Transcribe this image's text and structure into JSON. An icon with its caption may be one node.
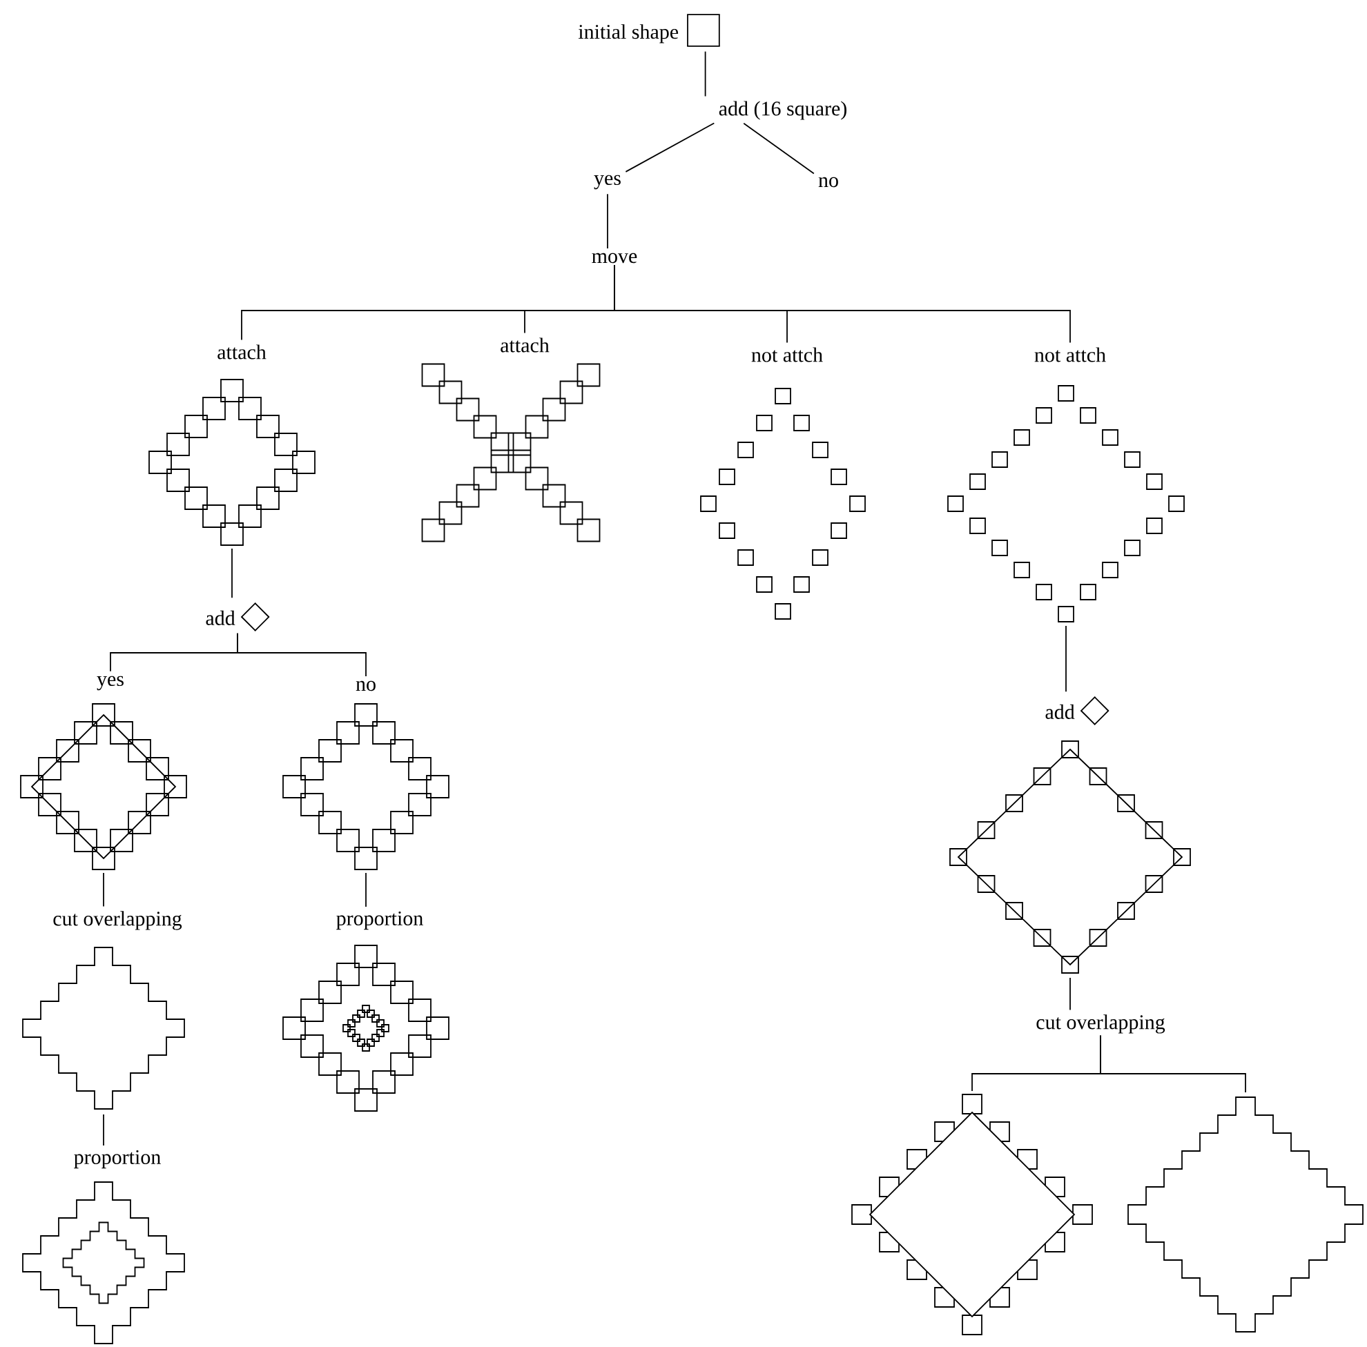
{
  "diagram": {
    "nodes": [
      {
        "text": [
          "initial shape"
        ]
      },
      {
        "text": [
          "add (16 square)"
        ]
      },
      {
        "text": [
          "yes"
        ]
      },
      {
        "text": [
          "no"
        ]
      },
      {
        "text": [
          "move"
        ]
      },
      {
        "text": [
          "attach"
        ]
      },
      {
        "text": [
          "attach"
        ]
      },
      {
        "text": [
          "not attch"
        ]
      },
      {
        "text": [
          "not attch"
        ]
      },
      {
        "text": [],
        "shape": "picture"
      },
      {
        "text": [],
        "shape": "picture"
      },
      {
        "text": [],
        "shape": "picture"
      },
      {
        "text": [],
        "shape": "picture"
      },
      {
        "text": [
          "add"
        ]
      },
      {
        "text": [
          "yes"
        ]
      },
      {
        "text": [
          "no"
        ]
      },
      {
        "text": [],
        "shape": "picture"
      },
      {
        "text": [],
        "shape": "picture"
      },
      {
        "text": [
          "cut overlapping"
        ]
      },
      {
        "text": [
          "proportion"
        ]
      },
      {
        "text": [],
        "shape": "picture"
      },
      {
        "text": [],
        "shape": "picture"
      },
      {
        "text": [
          "proportion"
        ]
      },
      {
        "text": [],
        "shape": "picture"
      },
      {
        "text": [
          "add"
        ]
      },
      {
        "text": [],
        "shape": "picture"
      },
      {
        "text": [
          "cut overlapping"
        ]
      },
      {
        "text": [],
        "shape": "picture"
      },
      {
        "text": [],
        "shape": "picture"
      }
    ],
    "edges": [
      {
        "from": 0,
        "to": 1,
        "arrow": "none"
      },
      {
        "from": 1,
        "to": 2,
        "arrow": "none"
      },
      {
        "from": 1,
        "to": 3,
        "arrow": "none"
      },
      {
        "from": 2,
        "to": 4,
        "arrow": "none"
      },
      {
        "from": 4,
        "to": 5,
        "arrow": "none"
      },
      {
        "from": 4,
        "to": 6,
        "arrow": "none"
      },
      {
        "from": 4,
        "to": 7,
        "arrow": "none"
      },
      {
        "from": 4,
        "to": 8,
        "arrow": "none"
      },
      {
        "from": 9,
        "to": 13,
        "arrow": "none"
      },
      {
        "from": 13,
        "to": 14,
        "arrow": "none"
      },
      {
        "from": 13,
        "to": 15,
        "arrow": "none"
      },
      {
        "from": 16,
        "to": 18,
        "arrow": "none"
      },
      {
        "from": 17,
        "to": 19,
        "arrow": "none"
      },
      {
        "from": 20,
        "to": 22,
        "arrow": "none"
      },
      {
        "from": 12,
        "to": 24,
        "arrow": "none"
      },
      {
        "from": 25,
        "to": 26,
        "arrow": "none"
      },
      {
        "from": 26,
        "to": 27,
        "arrow": "none"
      },
      {
        "from": 26,
        "to": 28,
        "arrow": "none"
      }
    ]
  }
}
